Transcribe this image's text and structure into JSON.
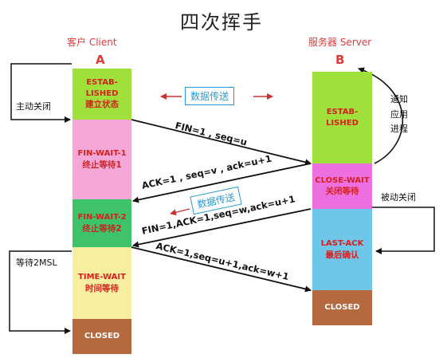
{
  "title": "四次挥手",
  "client": {
    "label": "客户 Client",
    "letter": "A"
  },
  "server": {
    "label": "服务器 Server",
    "letter": "B"
  },
  "client_states": [
    {
      "en": "ESTAB-\nLISHED",
      "zh": "建立状态",
      "color": "#9fe03a"
    },
    {
      "en": "FIN-WAIT-1",
      "zh": "终止等待1",
      "color": "#f5a7d8"
    },
    {
      "en": "FIN-WAIT-2",
      "zh": "终止等待2",
      "color": "#3ec26a"
    },
    {
      "en": "TIME-WAIT",
      "zh": "时间等待",
      "color": "#f7eea0"
    },
    {
      "en": "CLOSED",
      "zh": "",
      "color": "#b6683e"
    }
  ],
  "server_states": [
    {
      "en": "ESTAB-\nLISHED",
      "zh": "",
      "color": "#9fe03a"
    },
    {
      "en": "CLOSE-WAIT",
      "zh": "关闭等待",
      "color": "#ee6fe0"
    },
    {
      "en": "LAST-ACK",
      "zh": "最后确认",
      "color": "#6ec7e8"
    },
    {
      "en": "CLOSED",
      "zh": "",
      "color": "#b6683e"
    }
  ],
  "messages": [
    "FIN=1 , seq=u",
    "ACK=1 , seq=v , ack=u+1",
    "FIN=1,ACK=1,seq=w,ack=u+1",
    "ACK=1,seq=u+1,ack=w+1"
  ],
  "data_transfer": [
    "数据传送",
    "数据传送"
  ],
  "notes": {
    "active_close": "主动关闭",
    "notify_app": "通知\n应用\n进程",
    "passive_close": "被动关闭",
    "wait_2msl": "等待2MSL"
  }
}
